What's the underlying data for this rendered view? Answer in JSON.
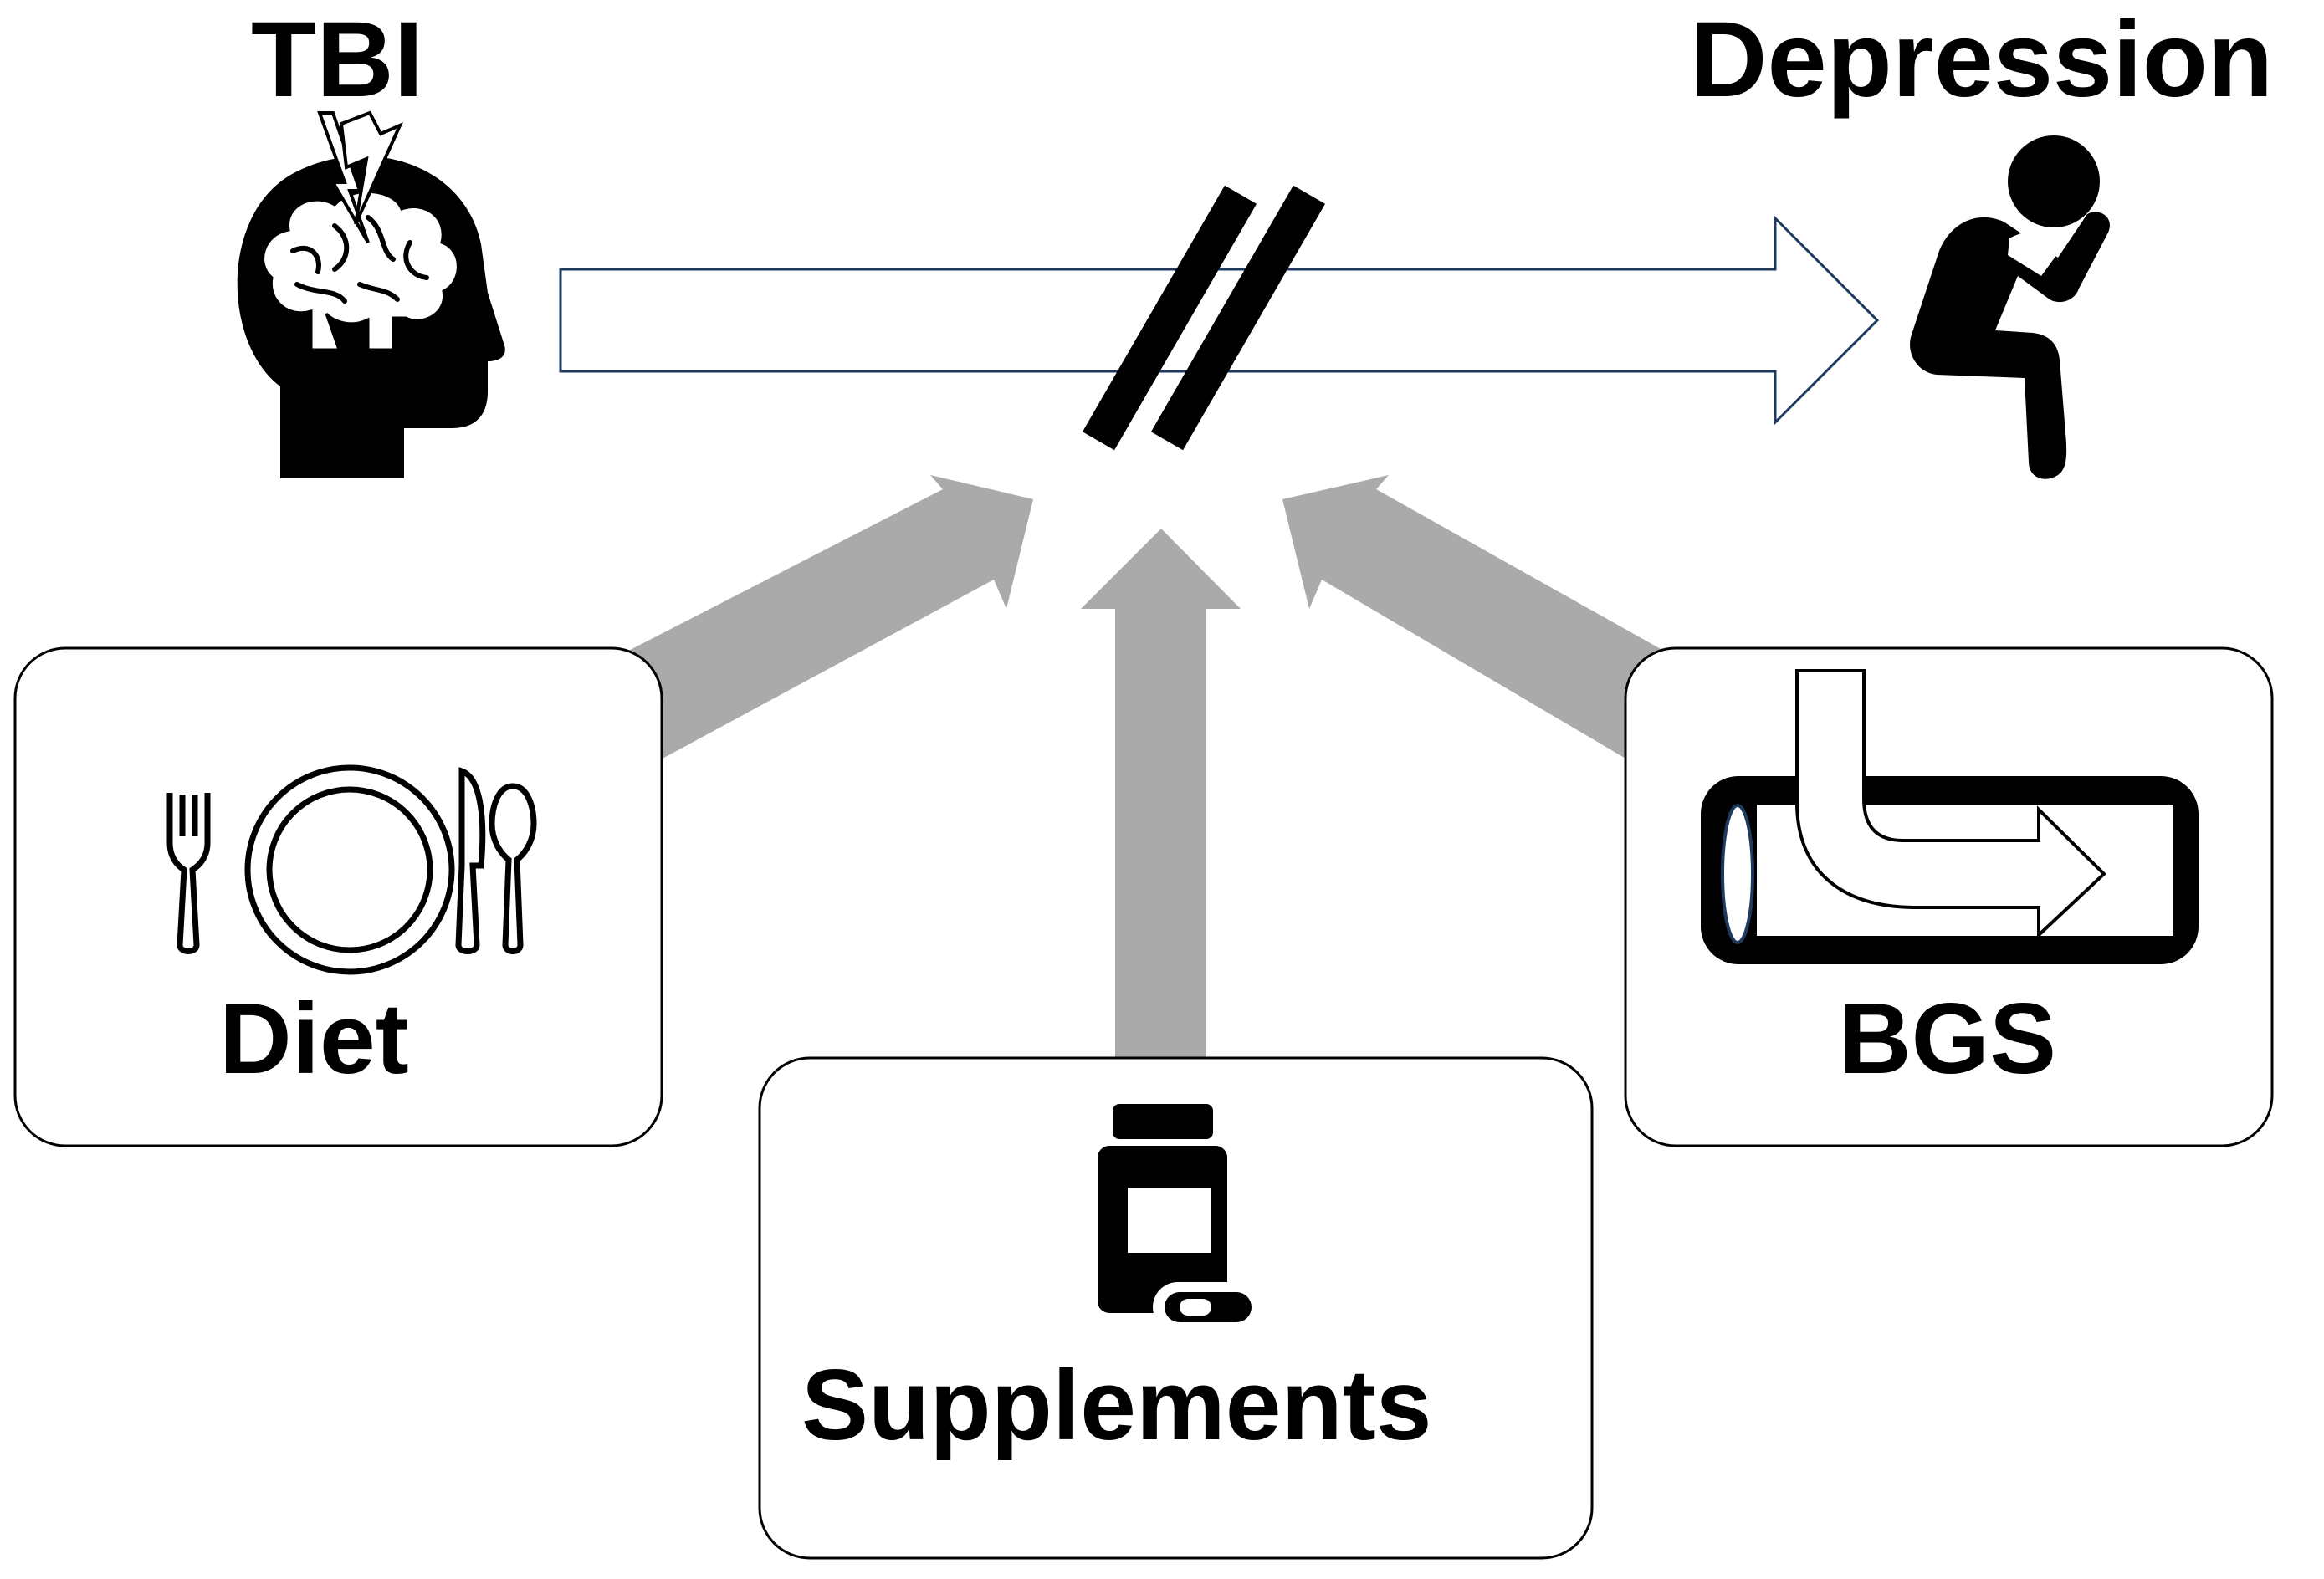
{
  "labels": {
    "tbi": "TBI",
    "depression": "Depression",
    "diet": "Diet",
    "supplements": "Supplements",
    "bgs": "BGS"
  },
  "icons": {
    "tbi": "brain-head-lightning-icon",
    "depression": "sitting-depressed-person-icon",
    "diet": "plate-fork-knife-spoon-icon",
    "supplements": "pill-bottle-capsule-icon",
    "bgs": "gut-tube-arrow-icon"
  },
  "colors": {
    "text": "#000000",
    "main_arrow_stroke": "#1f3a5f",
    "influence_arrow": "#aaaaaa",
    "box_stroke": "#000000"
  }
}
